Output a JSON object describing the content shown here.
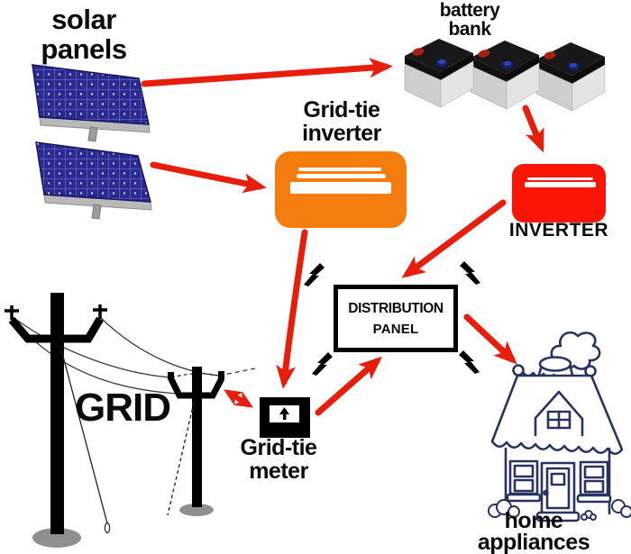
{
  "labels": {
    "solar_panels": {
      "line1": "solar",
      "line2": "panels"
    },
    "battery_bank": {
      "line1": "battery",
      "line2": "bank"
    },
    "grid_tie_inverter": {
      "line1": "Grid-tie",
      "line2": "inverter"
    },
    "inverter": {
      "text": "INVERTER"
    },
    "distribution_panel": {
      "line1": "DISTRIBUTION",
      "line2": "PANEL"
    },
    "grid": {
      "text": "GRID"
    },
    "grid_tie_meter": {
      "line1": "Grid-tie",
      "line2": "meter"
    },
    "home_appliances": {
      "line1": "home",
      "line2": "appliances"
    }
  },
  "colors": {
    "arrow_red": "#e81e0c",
    "grid_tie_inverter": "#f57d0e",
    "inverter_box": "#fb1507",
    "solar_panel_blue": "#2a2a92",
    "house_ink": "#2a335f",
    "battery_top": "#181818",
    "battery_body": "#d2d2d2",
    "pole_black": "#000000",
    "base_gray": "#8f8f8f"
  },
  "connections": [
    {
      "from": "solar panels",
      "to": "battery bank",
      "bidirectional": false
    },
    {
      "from": "solar panels",
      "to": "Grid-tie inverter",
      "bidirectional": false
    },
    {
      "from": "battery bank",
      "to": "INVERTER",
      "bidirectional": false
    },
    {
      "from": "INVERTER",
      "to": "DISTRIBUTION PANEL",
      "bidirectional": false
    },
    {
      "from": "Grid-tie inverter",
      "to": "Grid-tie meter",
      "bidirectional": false
    },
    {
      "from": "GRID",
      "to": "Grid-tie meter",
      "bidirectional": true
    },
    {
      "from": "Grid-tie meter",
      "to": "DISTRIBUTION PANEL",
      "bidirectional": false
    },
    {
      "from": "DISTRIBUTION PANEL",
      "to": "home appliances",
      "bidirectional": false
    }
  ]
}
